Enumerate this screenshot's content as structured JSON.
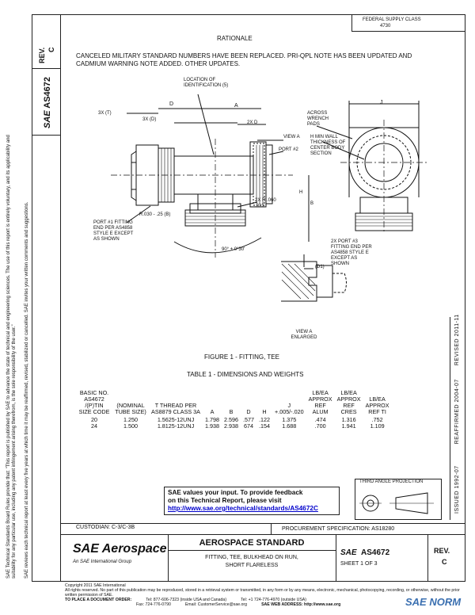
{
  "rev_box": {
    "label": "REV.",
    "value": "C"
  },
  "doc_side": {
    "logo": "SAE",
    "number": "AS4672"
  },
  "top_right_note": {
    "line1": "FEDERAL SUPPLY CLASS",
    "line2": "4730"
  },
  "rationale": {
    "heading": "RATIONALE",
    "text": "CANCELED MILITARY STANDARD NUMBERS HAVE BEEN REPLACED. PRI-QPL NOTE HAS BEEN UPDATED AND CADMIUM WARNING NOTE ADDED. OTHER UPDATES."
  },
  "left_margin_text": [
    "SAE Technical Standards Board Rules provide that: \"This report is published by SAE to advance the state of technical and engineering sciences. The use of this report is entirely voluntary, and its applicability and suitability for any particular use, including any patent infringement arising therefrom, is the sole responsibility of the user.\"",
    "SAE reviews each technical report at least every five years at which time it may be reaffirmed, revised, stabilized or cancelled. SAE invites your written comments and suggestions."
  ],
  "right_margin_text": {
    "issued": "ISSUED 1992-07",
    "reaffirmed": "REAFFIRMED 2004-07",
    "revised": "REVISED 2011-11"
  },
  "drawing_labels": {
    "location_ident": "LOCATION OF IDENTIFICATION (5)",
    "d": "D",
    "a": "A",
    "three_x_t": "3X (T)",
    "three_x_d": "3X (D)",
    "two_x_d": "2X D",
    "view_a": "VIEW A",
    "port2": "PORT #2",
    "port1": "PORT #1 FITTING END PER AS4858 STYLE E EXCEPT AS SHOWN",
    "r_small": "R.030 - .25 (B)",
    "two_x_r": "2X R .060 .015",
    "angle": "90° ± 0°30'",
    "h": "H",
    "b": "B",
    "j": "J",
    "across_wrench": "ACROSS WRENCH PADS",
    "min_wall": "H MIN WALL THICKNESS OF CENTER BODY SECTION",
    "port3": "2X PORT #3 FITTING END PER AS4858 STYLE E EXCEPT AS SHOWN",
    "ref_d1": "(D1)",
    "view_a_enlarged": "VIEW A ENLARGED"
  },
  "figure_caption": "FIGURE 1 - FITTING, TEE",
  "table_caption": "TABLE 1 - DIMENSIONS AND WEIGHTS",
  "table": {
    "headers": [
      "BASIC NO. AS4672 /(P)TIN SIZE CODE",
      "(NOMINAL TUBE SIZE)",
      "T THREAD PER AS8879 CLASS 3A",
      "A",
      "B",
      "D",
      "H",
      "J +.005/-.020",
      "LB/EA APPROX REF ALUM",
      "LB/EA APPROX REF CRES",
      "LB/EA APPROX REF TI"
    ],
    "rows": [
      [
        "20",
        "1.250",
        "1.5625-12UNJ",
        "1.798",
        "2.596",
        ".577",
        ".122",
        "1.375",
        ".474",
        "1.316",
        ".752"
      ],
      [
        "24",
        "1.500",
        "1.8125-12UNJ",
        "1.938",
        "2.938",
        "674",
        ".154",
        "1.688",
        ".700",
        "1.941",
        "1.109"
      ]
    ]
  },
  "third_angle": "THIRD ANGLE PROJECTION",
  "feedback": {
    "line1": "SAE values your input. To provide feedback",
    "line2": "on this Technical Report, please visit",
    "link": "http://www.sae.org/technical/standards/AS4672C"
  },
  "custodian": "CUSTODIAN: C-3/C-3B",
  "procurement": "PROCUREMENT SPECIFICATION: AS18280",
  "title_block": {
    "logo_main": "SAE Aerospace",
    "logo_sub": "An SAE International Group",
    "standard": "AEROSPACE STANDARD",
    "title_line1": "FITTING, TEE, BULKHEAD ON RUN,",
    "title_line2": "SHORT FLARELESS",
    "sae": "SAE",
    "number": "AS4672",
    "sheet": "SHEET 1 OF 3",
    "rev_label": "REV.",
    "rev_value": "C"
  },
  "footer": {
    "copyright": "Copyright 2011 SAE International",
    "rights": "All rights reserved. No part of this publication may be reproduced, stored in a retrieval system or transmitted, in any form or by any means, electronic, mechanical, photocopying, recording, or otherwise, without the prior written permission of SAE.",
    "order": "TO PLACE A DOCUMENT ORDER:",
    "tel": "Tel: 877-606-7323 (inside USA and Canada)",
    "tel2": "Tel: +1 724-776-4970 (outside USA)",
    "fax": "Fax: 724-776-0790",
    "email": "Email: CustomerService@sae.org",
    "web": "SAE WEB ADDRESS: http://www.sae.org",
    "watermark": "SAE NORM"
  }
}
